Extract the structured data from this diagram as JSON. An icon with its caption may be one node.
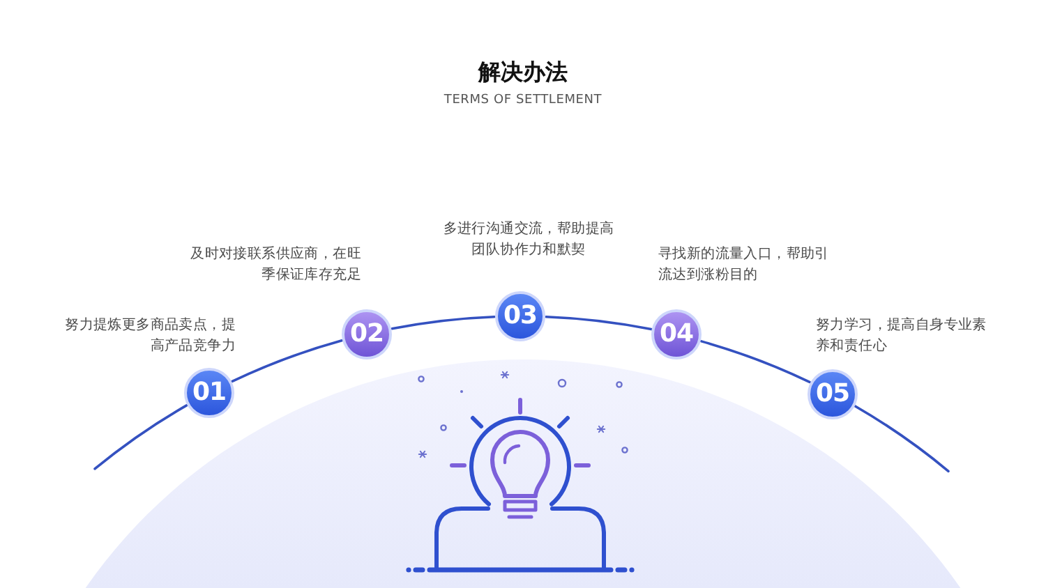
{
  "diagram": {
    "title": "解决办法",
    "nodes": [
      {
        "text": [
          "01"
        ],
        "beside": [
          "努力提炼更多商品卖点，提高产品竞争力"
        ]
      },
      {
        "text": [
          "02"
        ],
        "beside": [
          "及时对接联系供应商，在旺季保证库存充足"
        ]
      },
      {
        "text": [
          "03"
        ],
        "beside": [
          "多进行沟通交流，帮助提高团队协作力和默契"
        ]
      },
      {
        "text": [
          "04"
        ],
        "beside": [
          "寻找新的流量入口，帮助引流达到涨粉目的"
        ]
      },
      {
        "text": [
          "05"
        ],
        "beside": [
          "努力学习，提高自身专业素养和责任心"
        ]
      }
    ],
    "edges": [
      {
        "from": null,
        "to": 0,
        "arrow": "none"
      },
      {
        "from": 0,
        "to": 1,
        "arrow": "none"
      },
      {
        "from": 1,
        "to": 2,
        "arrow": "none"
      },
      {
        "from": 2,
        "to": 3,
        "arrow": "none"
      },
      {
        "from": 3,
        "to": 4,
        "arrow": "none"
      },
      {
        "from": 4,
        "to": null,
        "arrow": "none"
      }
    ],
    "labels": [
      "TERMS OF SETTLEMENT"
    ]
  }
}
